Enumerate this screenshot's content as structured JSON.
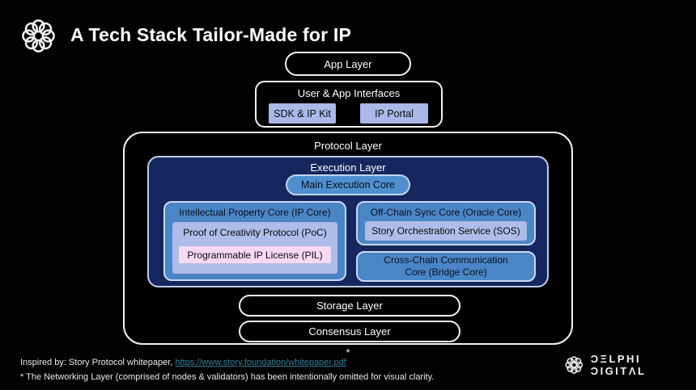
{
  "header": {
    "title": "A Tech Stack Tailor-Made for IP"
  },
  "diagram": {
    "app_layer_label": "App Layer",
    "interfaces": {
      "title": "User & App Interfaces",
      "items": [
        "SDK & IP Kit",
        "IP Portal"
      ]
    },
    "protocol_layer": {
      "title": "Protocol Layer",
      "execution_layer": {
        "title": "Execution Layer",
        "main_core_label": "Main Execution Core",
        "ip_core": {
          "title": "Intellectual Property Core (IP Core)",
          "poc_label": "Proof of Creativity Protocol (PoC)",
          "pil_label": "Programmable IP License (PIL)"
        },
        "oracle_core": {
          "title": "Off-Chain Sync Core (Oracle Core)",
          "sos_label": "Story Orchestration Service (SOS)"
        },
        "bridge_core": {
          "line1": "Cross-Chain Communication",
          "line2": "Core (Bridge Core)"
        }
      },
      "storage_layer_label": "Storage Layer",
      "consensus_layer_label": "Consensus Layer",
      "footnote_marker": "*"
    }
  },
  "footer": {
    "inspired_prefix": "Inspired by: Story Protocol whitepaper, ",
    "whitepaper_link": "https://www.story.foundation/whitepaper.pdf",
    "note": "* The Networking Layer (comprised of nodes & validators) has been intentionally omitted for visual clarity."
  },
  "brand": {
    "name": "Delphi Digital",
    "wordmark": "ƆΞLPHI ƆIGITΛL"
  },
  "colors": {
    "background": "#020202",
    "execution_navy": "#16265e",
    "core_blue": "#4a86c6",
    "main_core_blue": "#4f8fcf",
    "periwinkle": "#a9b8e9",
    "pink": "#f8d9f2",
    "light_border": "#c9d9f0",
    "outline_white": "#f2f2f2",
    "link_teal": "#2e8099"
  }
}
